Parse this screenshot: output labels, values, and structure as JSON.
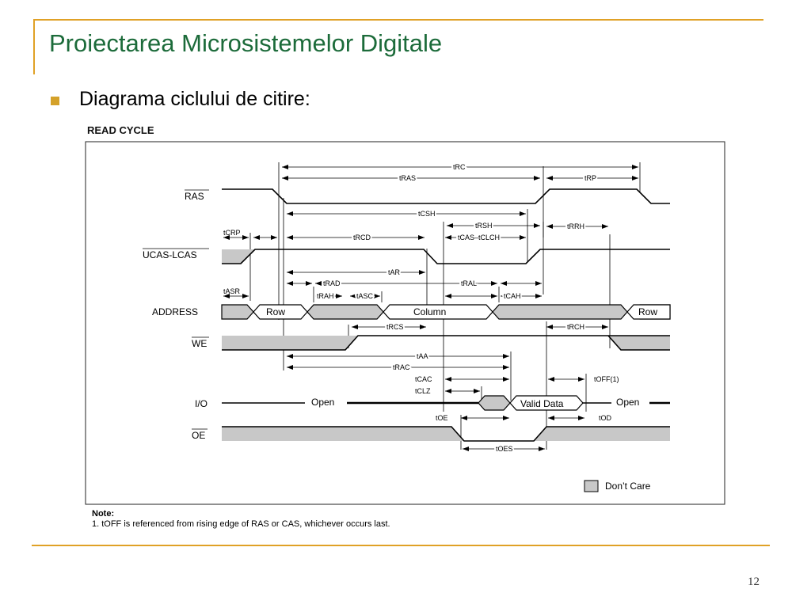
{
  "slide": {
    "title": "Proiectarea Microsistemelor Digitale",
    "bullet": "Diagrama ciclului de citire:",
    "page_number": "12",
    "accent_color": "#e0a126",
    "title_color": "#1c6b3a"
  },
  "diagram": {
    "heading": "READ CYCLE",
    "signals": {
      "ras": "RAS",
      "cas": "UCAS-LCAS",
      "address": "ADDRESS",
      "we": "WE",
      "io": "I/O",
      "oe": "OE"
    },
    "bus_labels": {
      "row": "Row",
      "column": "Column",
      "row2": "Row",
      "open": "Open",
      "valid_data": "Valid Data",
      "open2": "Open"
    },
    "timing": {
      "trc": "tRC",
      "tras": "tRAS",
      "trp": "tRP",
      "tcsh": "tCSH",
      "trsh": "tRSH",
      "tcrp": "tCRP",
      "trcd": "tRCD",
      "tcas_tclch": "tCAS–tCLCH",
      "trrh": "tRRH",
      "tar": "tAR",
      "trad": "tRAD",
      "tral": "tRAL",
      "tasr": "tASR",
      "trah": "tRAH",
      "tasc": "tASC",
      "tcah": "tCAH",
      "trcs": "tRCS",
      "trch": "tRCH",
      "taa": "tAA",
      "trac": "tRAC",
      "tcac": "tCAC",
      "toff": "tOFF(1)",
      "tclz": "tCLZ",
      "toe": "tOE",
      "tod": "tOD",
      "toes": "tOES"
    },
    "legend": "Don’t Care",
    "note_heading": "Note:",
    "note_text": "1.  tOFF is referenced from rising edge of RAS or CAS, whichever occurs last."
  }
}
